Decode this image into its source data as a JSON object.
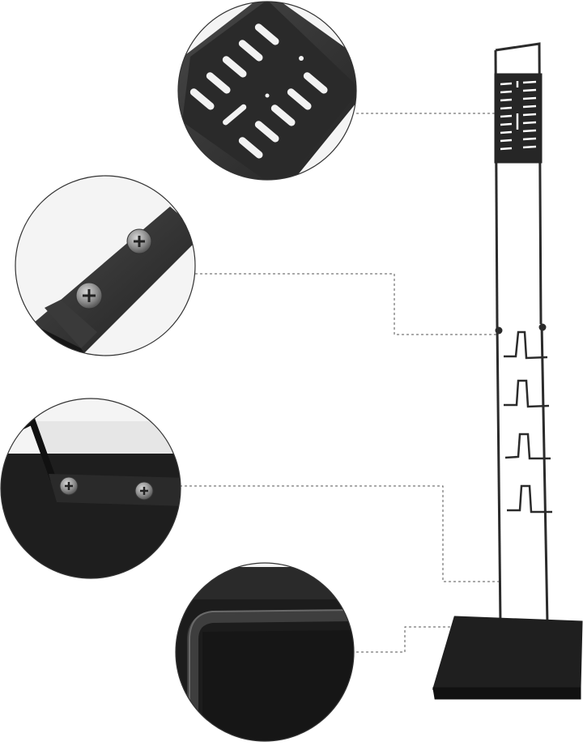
{
  "image": {
    "subject": "vacuum-cleaner-stand",
    "background_color": "#ffffff",
    "metal_color": "#2b2b2b",
    "callouts": [
      {
        "name": "detail-top-panel",
        "depicts": "vented-mounting-plate"
      },
      {
        "name": "detail-screw-joint",
        "depicts": "screw-fastened-bracket"
      },
      {
        "name": "detail-base-corner",
        "depicts": "base-frame-with-screws"
      },
      {
        "name": "detail-base-edge",
        "depicts": "rounded-base-edge"
      }
    ]
  }
}
